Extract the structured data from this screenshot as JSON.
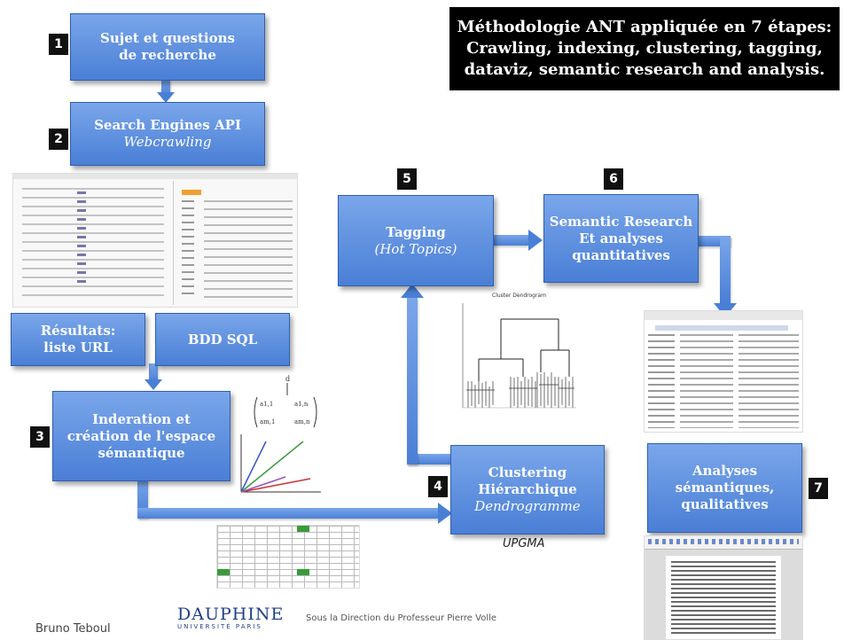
{
  "title": {
    "line1": "Méthodologie ANT appliquée en 7 étapes:",
    "line2": "Crawling, indexing, clustering, tagging,",
    "line3": "dataviz, semantic research and analysis."
  },
  "steps": [
    {
      "num": "1",
      "line1": "Sujet et questions",
      "line2": "de recherche"
    },
    {
      "num": "2",
      "line1": "Search Engines API",
      "line2": "Webcrawling"
    },
    {
      "num": "3",
      "line1": "Inderation et",
      "line2": "création de l'espace",
      "line3": "sémantique"
    },
    {
      "num": "4",
      "line1": "Clustering",
      "line2": "Hiérarchique",
      "line3": "Dendrogramme"
    },
    {
      "num": "5",
      "line1": "Tagging",
      "line2": "(Hot Topics)"
    },
    {
      "num": "6",
      "line1": "Semantic Research",
      "line2": "Et analyses",
      "line3": "quantitatives"
    },
    {
      "num": "7",
      "line1": "Analyses",
      "line2": "sémantiques,",
      "line3": "qualitatives"
    }
  ],
  "results": {
    "line1": "Résultats:",
    "line2": "liste URL"
  },
  "bdd": "BDD SQL",
  "upgma": "UPGMA",
  "dendro_title": "Cluster Dendrogram",
  "footer": {
    "author": "Bruno Teboul",
    "logo_main": "DAUPHINE",
    "logo_sub": "UNIVERSITÉ PARIS",
    "direction": "Sous la Direction du Professeur Pierre Volle"
  },
  "colors": {
    "box": "#5b8be0",
    "title_bg": "#000000",
    "accent_green": "#3a9a3a"
  }
}
